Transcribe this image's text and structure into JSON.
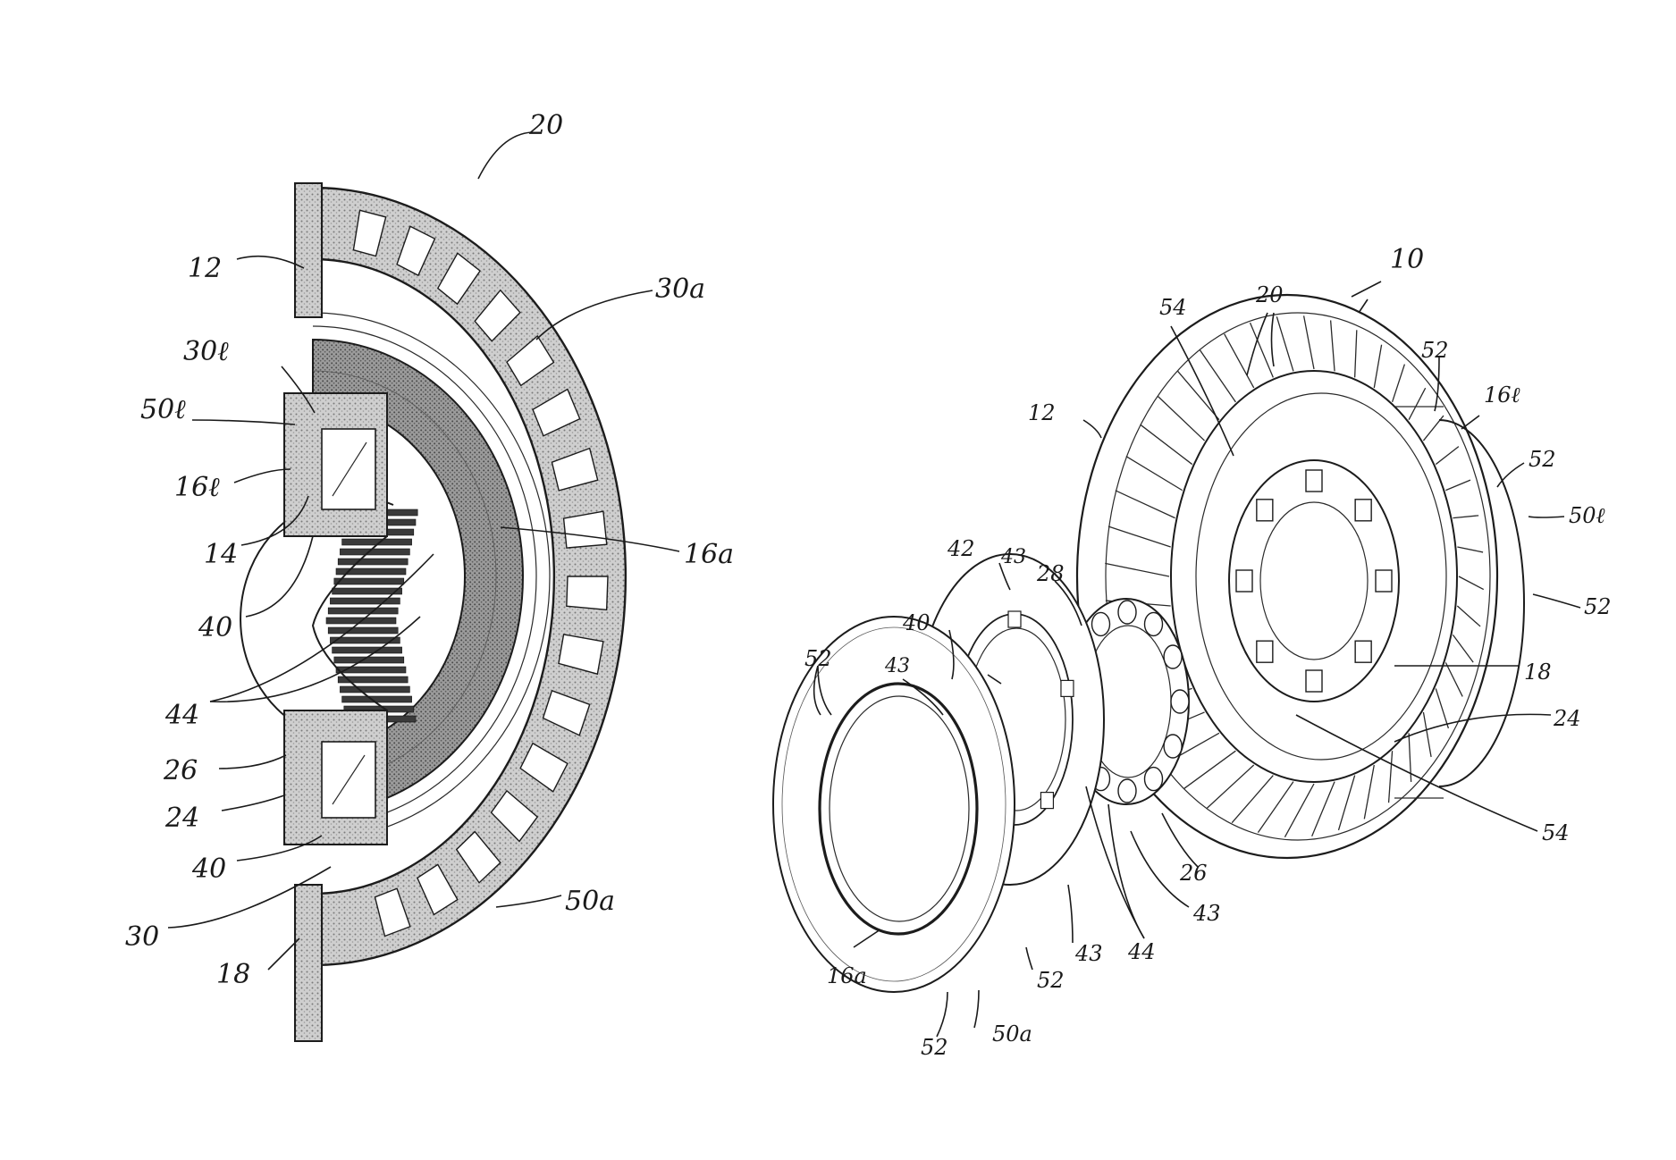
{
  "figure": {
    "left_view": {
      "labels": {
        "l_20": "20",
        "l_12": "12",
        "l_30a": "30a",
        "l_30b": "30ℓ",
        "l_50b": "50ℓ",
        "l_16b": "16ℓ",
        "l_14": "14",
        "l_16a": "16a",
        "l_40_top": "40",
        "l_44": "44",
        "l_26": "26",
        "l_24": "24",
        "l_40_bot": "40",
        "l_50a": "50a",
        "l_30": "30",
        "l_18": "18"
      }
    },
    "right_view": {
      "labels": {
        "l_10": "10",
        "l_54_top": "54",
        "l_20": "20",
        "l_52_top": "52",
        "l_16b": "16ℓ",
        "l_12": "12",
        "l_52_right": "52",
        "l_50b": "50ℓ",
        "l_52_far": "52",
        "l_42": "42",
        "l_43_top": "43",
        "l_28": "28",
        "l_40": "40",
        "l_18": "18",
        "l_52_left": "52",
        "l_43_left": "43",
        "l_24": "24",
        "l_54_bot": "54",
        "l_26": "26",
        "l_43_mid": "43",
        "l_44": "44",
        "l_43_bot": "43",
        "l_16a": "16a",
        "l_52_b1": "52",
        "l_52_b2": "52",
        "l_50a": "50a"
      }
    }
  }
}
